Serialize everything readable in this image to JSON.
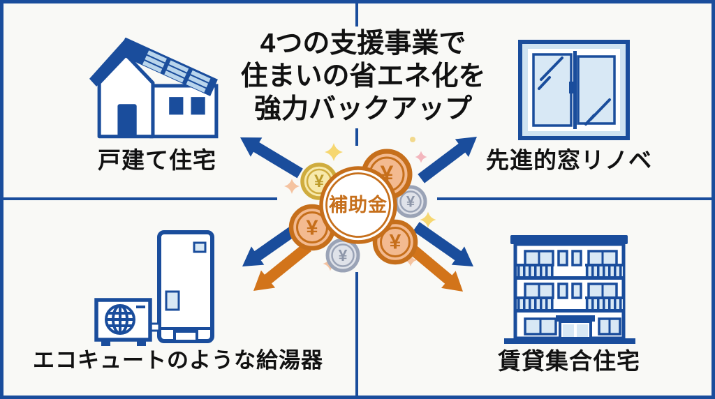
{
  "title": {
    "lines": [
      "4つの支援事業で",
      "住まいの省エネ化を",
      "強力バックアップ"
    ]
  },
  "center": {
    "badge_label": "補助金",
    "coin_symbol": "¥"
  },
  "quadrants": {
    "top_left": {
      "label": "戸建て住宅",
      "icon": "house-with-solar-panels-icon"
    },
    "top_right": {
      "label": "先進的窓リノベ",
      "icon": "sliding-window-icon"
    },
    "bottom_left": {
      "label": "エコキュートのような給湯器",
      "icon": "heat-pump-water-heater-icon"
    },
    "bottom_right": {
      "label": "賃貸集合住宅",
      "icon": "apartment-building-icon"
    }
  },
  "colors": {
    "accent_blue": "#1a4d9c",
    "accent_orange": "#d2741a",
    "coin_ring_orange": "#c66f1b",
    "coin_fill_orange": "#f3ba90",
    "coin_gold": "#cfac3e",
    "coin_silver": "#9aa3b6",
    "background": "#f9f9f6",
    "text": "#111111"
  }
}
